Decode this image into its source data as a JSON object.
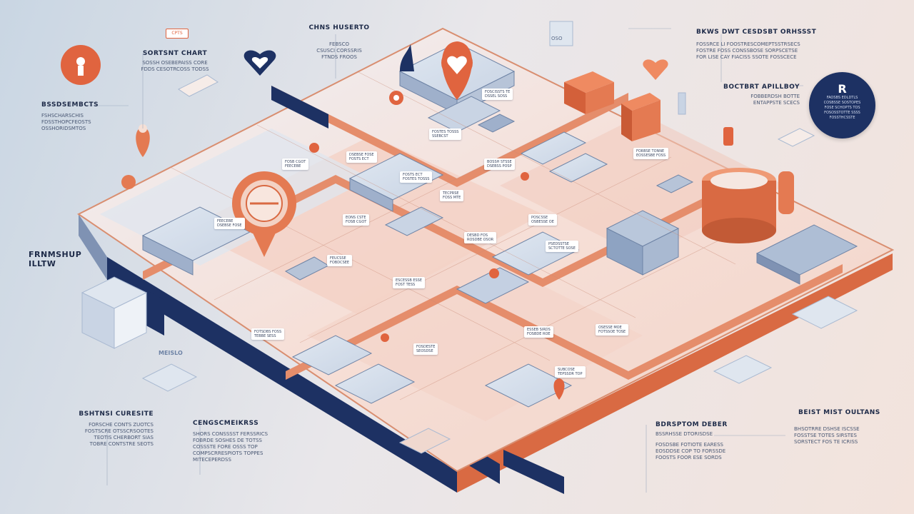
{
  "colors": {
    "navy": "#1d3163",
    "coral": "#e0643f",
    "peach": "#f2c8b6",
    "floor": "#f5dad1",
    "steel": "#8ea3c2",
    "pale": "#dfe6ef"
  },
  "annotations": {
    "top_center": {
      "title": "CHNS HUSERTO",
      "lines": [
        "FEBSCO",
        "CSUSCI CORSSRIS",
        "FTNDS FROOS"
      ]
    },
    "top_left": {
      "title": "SORTSNT CHART",
      "lines": [
        "SOSSH OSEBEPAISS CORE",
        "FDDS CESOTRCOSS TODSS"
      ]
    },
    "top_right": {
      "title": "BKWS DWT CESDSBT ORHSSST",
      "lines": [
        "FOSSRCE LI FOOSTRESCOMEPTSSTRSECS",
        "FOSTRE FOSS CONSSBOSE SORPSCETSE",
        "FOR LISE CAY FIACISS SSOTE FOSSCECE"
      ]
    },
    "mid_right": {
      "title": "BOCTBRT APILLBOY",
      "lines": [
        "FOBBERDSH BOTTE",
        "ENTAPPSTE SCECS"
      ]
    },
    "left_upper": {
      "title": "BSSDSEMBCTS",
      "lines": [
        "FSHSCHARSCHIS",
        "FDSSTHOPCFEOSTS",
        "OSSHORIDSMTOS"
      ]
    },
    "left_mid": {
      "title": "FRNMSHUP",
      "lines": [
        "ILLTW"
      ]
    },
    "bottom_left": {
      "title": "BSHTNSI CURESITE",
      "lines": [
        "FORSCHE CONTS ZUOTCS",
        "FOSTSCRE OTSSCRSOOTES",
        "TEOTIS CHERBORT SIAS",
        "TOBRE CONTSTRE SEOTS"
      ]
    },
    "bottom_center_left": {
      "title": "CENGSCMEIKRSS",
      "lines": [
        "SHORS CONSSSST FERSSRICS",
        "FOBRDE SOSHES DE TOTSS",
        "COSSSTE FORE OSSS TOP",
        "COMPSCRRESPIOTS TOPPES",
        "MITECEPERDSS"
      ]
    },
    "bottom_center_right": {
      "title": "BDRSPTOM DEBER",
      "lines": [
        "BSSRHSSE DTORISDSE",
        "FOSDSBE FOTIOTE EARESS",
        "EOSDDSE COP TO FORSSDE",
        "FOOSTS FOOR ESE SORDS"
      ]
    },
    "bottom_right": {
      "title": "BEIST MIST OULTANS",
      "lines": [
        "BHSOTRRE DSHSE ISCSSE",
        "FOSSTSE TOTES SIRSTES",
        "SORSTECT FOS TE ICRISS"
      ]
    },
    "tag_label": "CPTS",
    "sign_label": "OSO",
    "plaque_label": "MEISLO",
    "circle": {
      "mark": "R",
      "lines": [
        "FAOSBS EDLDTLS",
        "COSBSSE SOSTOPES",
        "FOSE SCHOPTS TOS",
        "FOSOSSTOTTE SSSS",
        "FOSSTHCSSTE"
      ]
    }
  },
  "map_labels": [
    "FOSB CGOT",
    "FEECEBE",
    "DSEBSE FOSE",
    "FOSTS ECT",
    "FOSTES TOSSS",
    "SSEBCST",
    "FOSCISSTS TE",
    "DSSEL SOSS",
    "BOSSH STSSE",
    "DSEBSS POSP",
    "FORBSE TONNE",
    "EOSSESBE FOSS",
    "TECPRSE",
    "FOSS MTE",
    "FEUCSSE",
    "FOBDCSEE",
    "DESBD FOS",
    "ROSDBE OSOR",
    "PSEDSSTSE",
    "SCTOTTE SOSE",
    "FOTSDBS FOSS",
    "TEBBE SESS",
    "FOSDESTE",
    "SEOSDSE",
    "ESSEB SIRDS",
    "FOSBDE ROE",
    "OSESSE MOE",
    "FOTSSOE TOSE",
    "SUBCOSE",
    "TEPSSDR TOP",
    "ESCESSB ESSE",
    "FOST TESS",
    "POSCSSE",
    "OSBESSE OE",
    "EONS CSTE"
  ]
}
